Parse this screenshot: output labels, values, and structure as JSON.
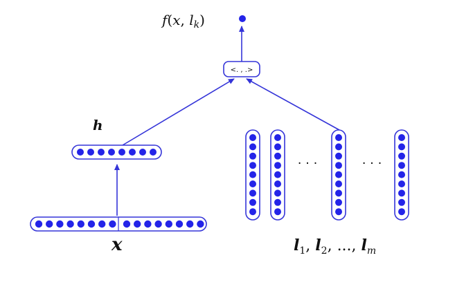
{
  "colors": {
    "line": "#3434d8",
    "node": "#2424e8",
    "box_fill": "#ffffff",
    "label": "#111111"
  },
  "labels": {
    "output_f": "f",
    "output_open": "(",
    "output_x": "x",
    "output_comma": ", ",
    "output_l": "l",
    "output_k": "k",
    "output_close": ")",
    "hidden": "h",
    "input": "x",
    "dot_product": "<. , .>",
    "label_list": "l",
    "label_list_1": "1",
    "label_list_2": "2",
    "label_list_m": "m",
    "label_list_sep": ", ",
    "label_list_ellipsis": "...",
    "dots_1": "· · ·",
    "dots_2": "· · ·"
  },
  "structure": {
    "input_units": 16,
    "hidden_units": 8,
    "label_vector_units": 9,
    "label_vectors_shown": 4
  }
}
